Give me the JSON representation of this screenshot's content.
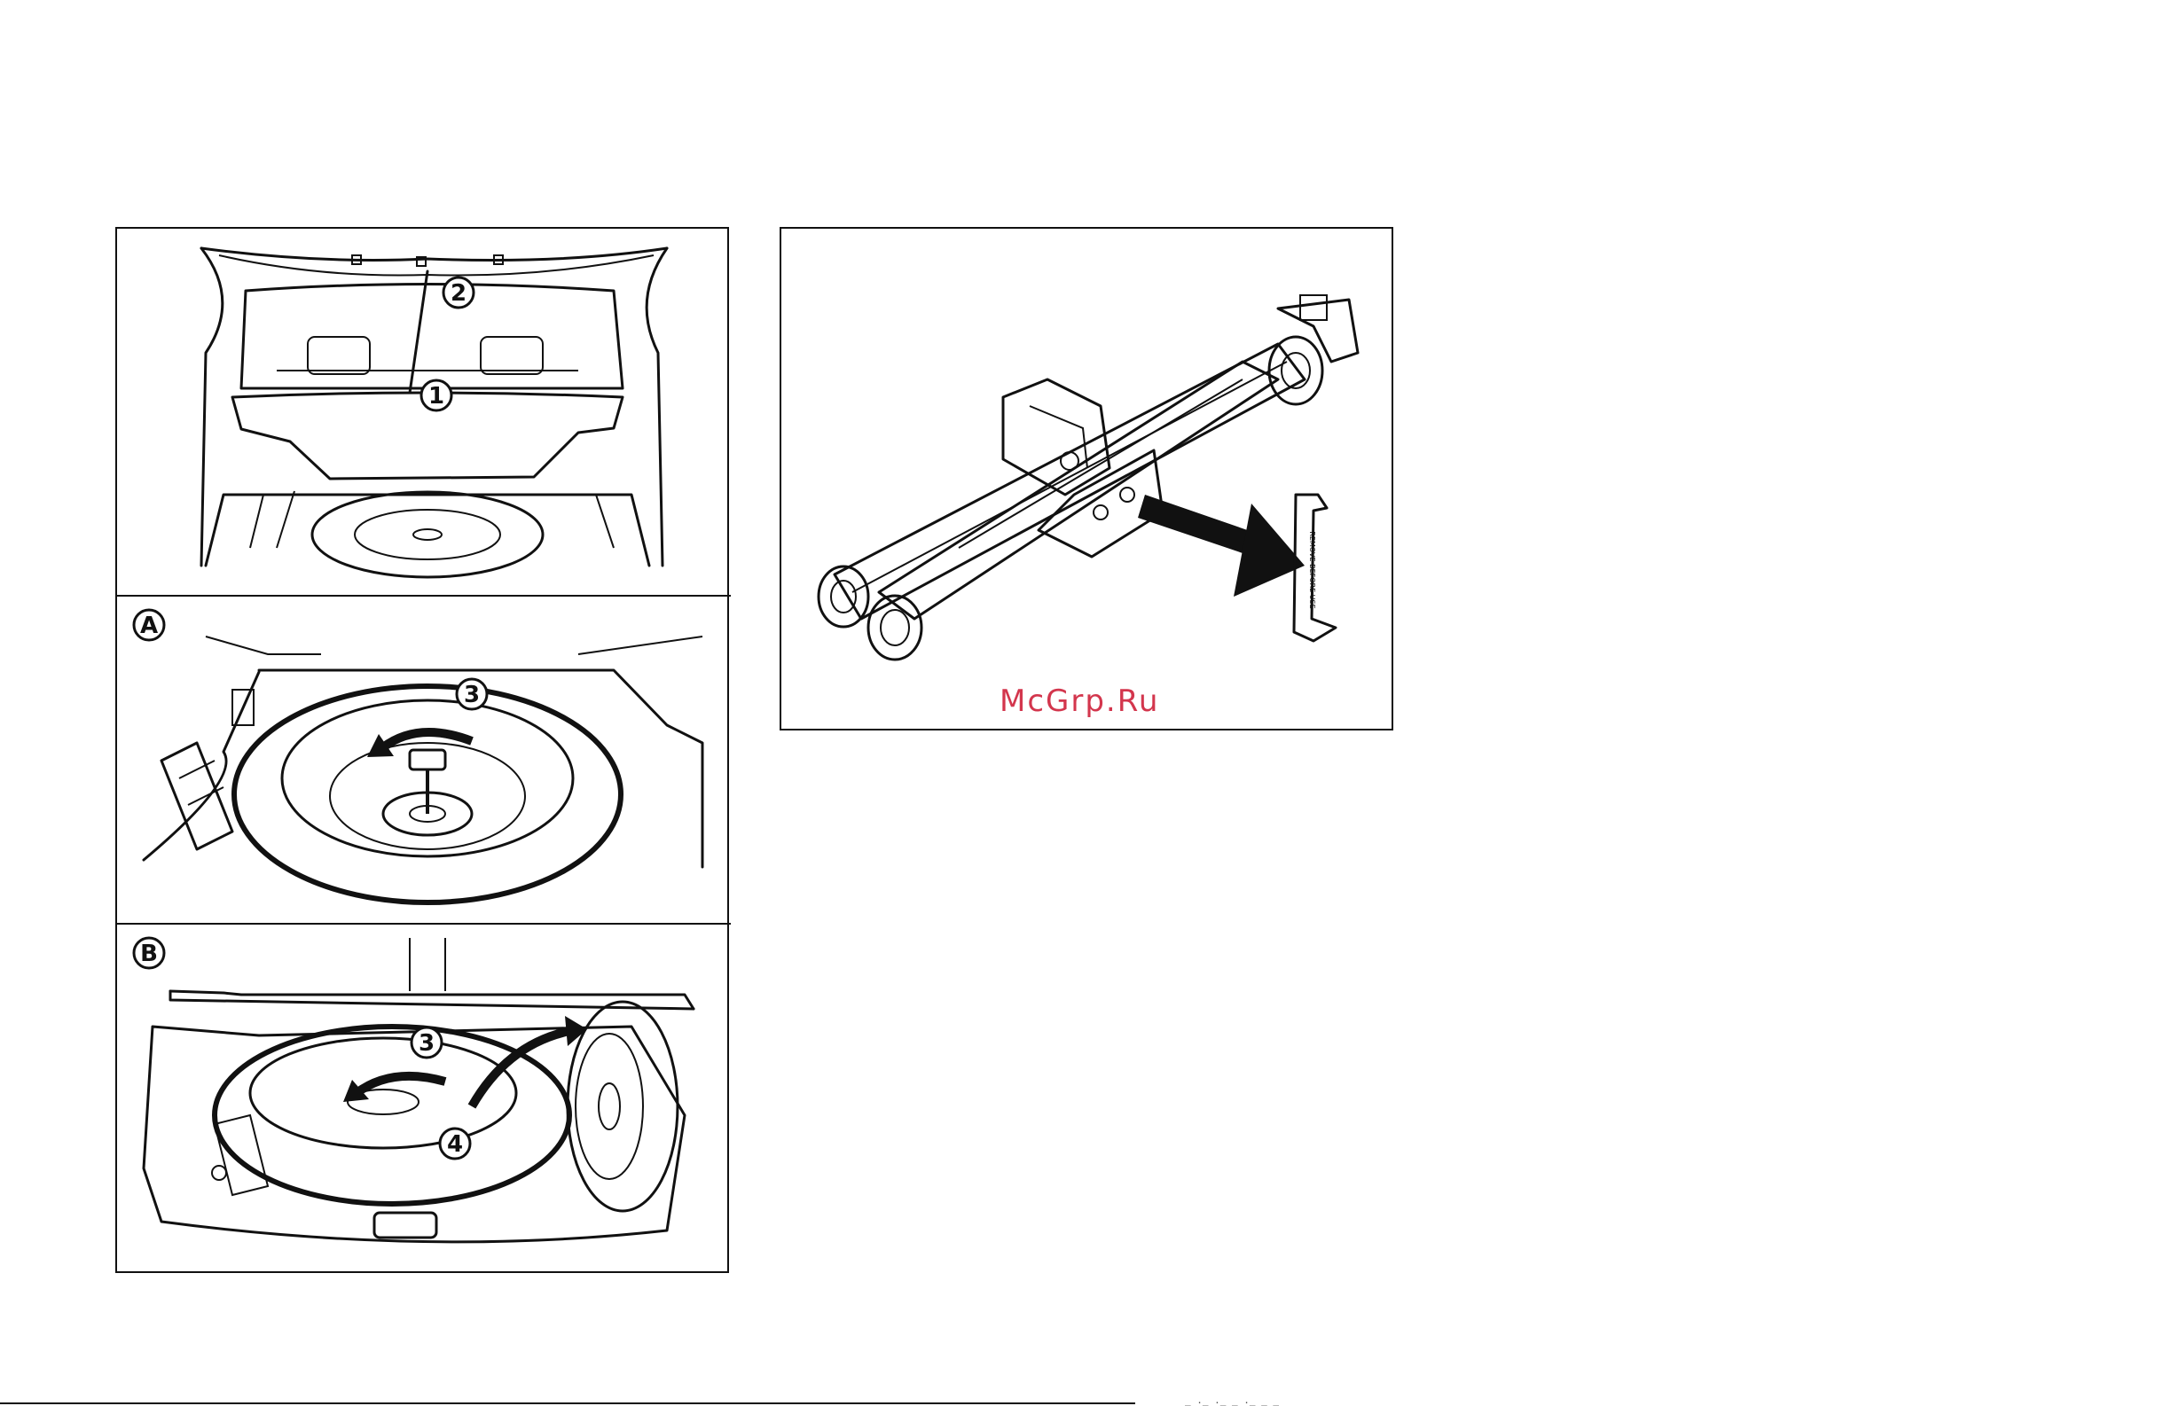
{
  "figure_left": {
    "callouts": {
      "one": "1",
      "two": "2",
      "three": "3",
      "three_b": "3",
      "four": "4"
    },
    "panel_labels": {
      "a": "A",
      "b": "B"
    }
  },
  "figure_right": {
    "label_text": "REMOVE BEFORE USE",
    "watermark": "McGrp.Ru"
  },
  "footer": {
    "code": "_ ._ ._ _ ._ _ _"
  }
}
